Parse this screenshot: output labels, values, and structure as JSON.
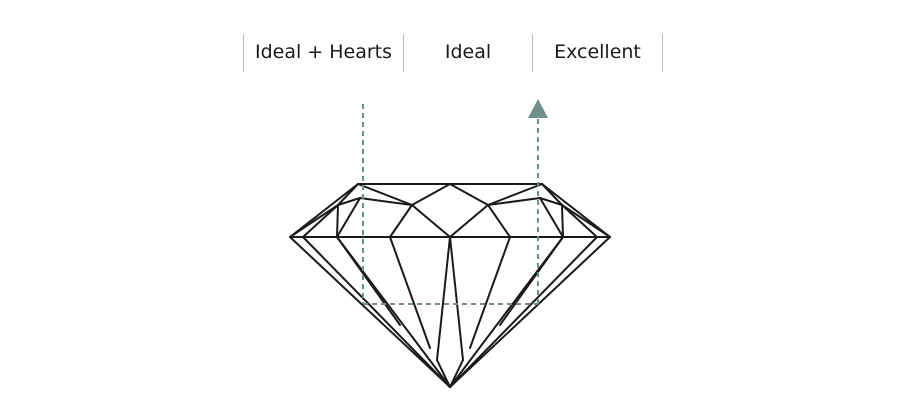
{
  "grades": [
    {
      "label": "Ideal + Hearts"
    },
    {
      "label": "Ideal"
    },
    {
      "label": "Excellent"
    }
  ],
  "colors": {
    "outline": "#1a1a1a",
    "path": "#6f8f8a",
    "arrow": "#6f8f8a",
    "divider": "#bdbdbd"
  }
}
